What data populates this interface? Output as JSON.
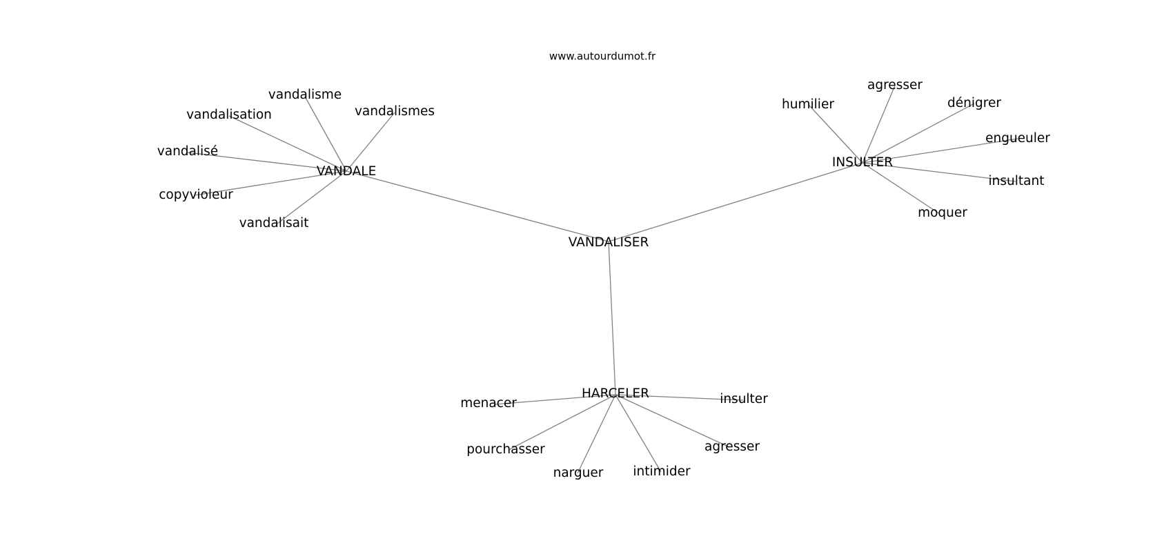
{
  "site": "www.autourdumot.fr",
  "center": "VANDALISER",
  "hubs": {
    "vandale": {
      "label": "VANDALE",
      "words": [
        "vandalisme",
        "vandalismes",
        "vandalisation",
        "vandalisé",
        "copyvioleur",
        "vandalisait"
      ]
    },
    "insulter": {
      "label": "INSULTER",
      "words": [
        "humilier",
        "agresser",
        "dénigrer",
        "engueuler",
        "insultant",
        "moquer"
      ]
    },
    "harceler": {
      "label": "HARCELER",
      "words": [
        "menacer",
        "insulter",
        "pourchasser",
        "narguer",
        "intimider",
        "agresser"
      ]
    }
  },
  "colors": {
    "edge": "#808080",
    "text": "#000000",
    "background": "#ffffff"
  }
}
